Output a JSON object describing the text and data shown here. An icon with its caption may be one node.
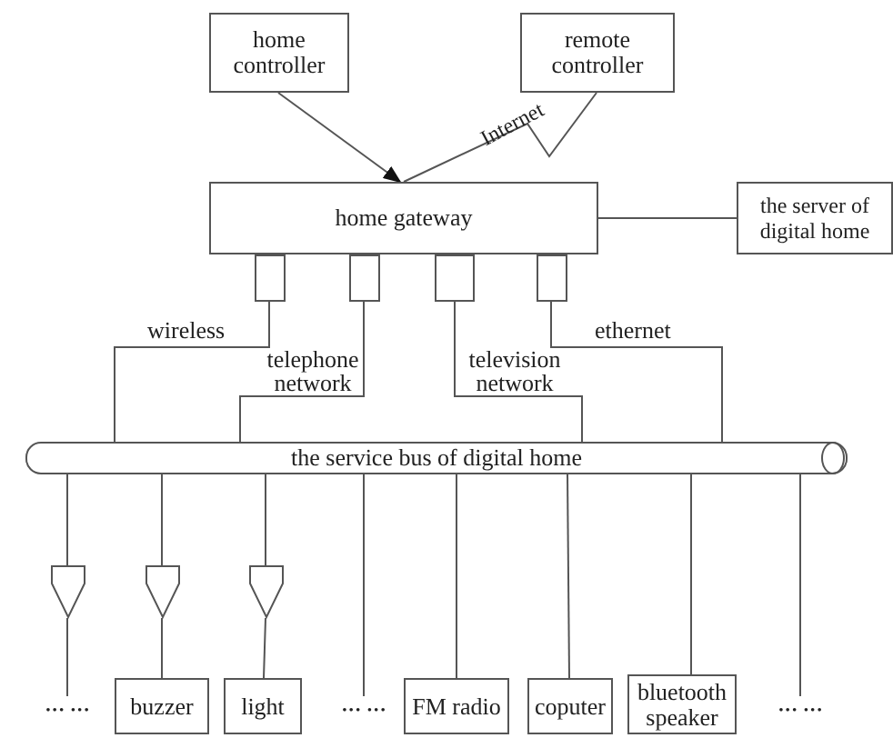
{
  "diagram": {
    "nodes": [
      {
        "text": [
          "home controller"
        ]
      },
      {
        "text": [
          "remote controller"
        ]
      },
      {
        "text": [
          "home gateway"
        ]
      },
      {
        "text": [
          "the server of digital home"
        ]
      },
      {
        "text": [],
        "shape": "box"
      },
      {
        "text": [],
        "shape": "box"
      },
      {
        "text": [],
        "shape": "box"
      },
      {
        "text": [],
        "shape": "box"
      },
      {
        "text": [
          "the service bus of digital home"
        ]
      },
      {
        "text": [],
        "shape": "triangle"
      },
      {
        "text": [],
        "shape": "triangle"
      },
      {
        "text": [],
        "shape": "triangle"
      },
      {
        "text": [
          "··· ···"
        ]
      },
      {
        "text": [
          "buzzer"
        ]
      },
      {
        "text": [
          "light"
        ]
      },
      {
        "text": [
          "··· ···"
        ]
      },
      {
        "text": [
          "FM radio"
        ]
      },
      {
        "text": [
          "coputer"
        ]
      },
      {
        "text": [
          "bluetooth speaker"
        ]
      },
      {
        "text": [
          "··· ···"
        ]
      }
    ],
    "edges": [
      {
        "from": 0,
        "to": 2,
        "arrow": "to"
      },
      {
        "from": 1,
        "to": 2,
        "arrow": "none",
        "label": "Internet"
      },
      {
        "from": 2,
        "to": 3,
        "arrow": "none"
      },
      {
        "from": 4,
        "to": 8,
        "arrow": "none",
        "label": "wireless"
      },
      {
        "from": 5,
        "to": 8,
        "arrow": "none",
        "label": "telephone network"
      },
      {
        "from": 6,
        "to": 8,
        "arrow": "none",
        "label": "television network"
      },
      {
        "from": 7,
        "to": 8,
        "arrow": "none",
        "label": "ethernet"
      },
      {
        "from": 8,
        "to": 9,
        "arrow": "none"
      },
      {
        "from": 9,
        "to": 12,
        "arrow": "none"
      },
      {
        "from": 8,
        "to": 10,
        "arrow": "none"
      },
      {
        "from": 10,
        "to": 13,
        "arrow": "none"
      },
      {
        "from": 8,
        "to": 11,
        "arrow": "none"
      },
      {
        "from": 11,
        "to": 14,
        "arrow": "none"
      },
      {
        "from": 8,
        "to": 15,
        "arrow": "none"
      },
      {
        "from": 8,
        "to": 16,
        "arrow": "none"
      },
      {
        "from": 8,
        "to": 17,
        "arrow": "none"
      },
      {
        "from": 8,
        "to": 18,
        "arrow": "none"
      },
      {
        "from": 8,
        "to": 19,
        "arrow": "none"
      }
    ]
  }
}
